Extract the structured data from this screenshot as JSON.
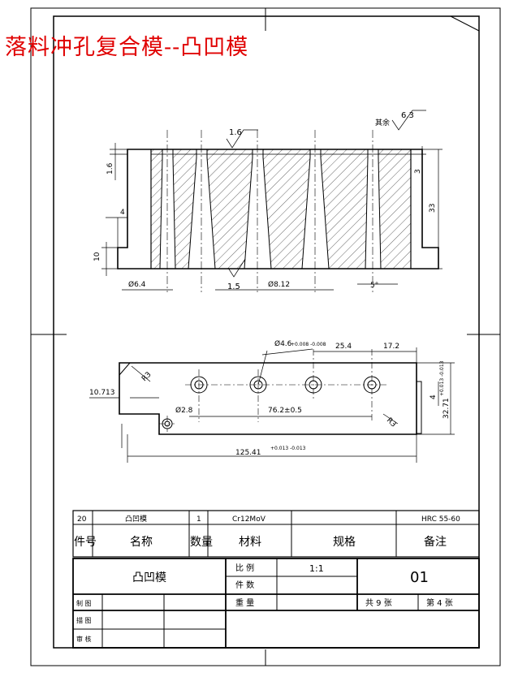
{
  "title": "落料冲孔复合模--凸凹模",
  "top_view": {
    "roughness_note": "其余",
    "roughness_rest": "6.3",
    "roughness_top": "1.6",
    "roughness_bottom": "1.5",
    "dim_left_step": "1.6",
    "dim_left_width": "4",
    "dim_left_height": "10",
    "dim_right_step": "3",
    "dim_height": "33",
    "dim_dia_left": "Ø6.4",
    "dim_dia_mid": "Ø8.12",
    "dim_angle": "5°"
  },
  "plan_view": {
    "dim_hole": "Ø4.6",
    "dim_hole_tol": "+0.008 -0.008",
    "dim_pitch": "25.4",
    "dim_right_offset": "17.2",
    "dim_left_edge": "10.713",
    "dim_radius_top": "R3",
    "dim_radius_bottom": "R3",
    "dim_small_hole": "Ø2.8",
    "dim_span": "76.2±0.5",
    "dim_total": "125.41",
    "dim_total_tol": "+0.013 -0.013",
    "dim_width": "32.71",
    "dim_width_tol": "+0.013 -0.013",
    "dim_notch": "4"
  },
  "parts_table": {
    "row": [
      "20",
      "凸凹模",
      "1",
      "Cr12MoV",
      "",
      "HRC 55-60"
    ],
    "headers": [
      "件号",
      "名称",
      "数量",
      "材料",
      "规格",
      "备注"
    ]
  },
  "title_block": {
    "part_name": "凸凹模",
    "scale_label": "比  例",
    "scale_value": "1:1",
    "pieces_label": "件  数",
    "weight_label": "重  量",
    "drawing_no": "01",
    "sheet_total": "共  9 张",
    "sheet_no": "第  4 张",
    "drawn_label": "制 图",
    "traced_label": "描 图",
    "checked_label": "审 核"
  }
}
